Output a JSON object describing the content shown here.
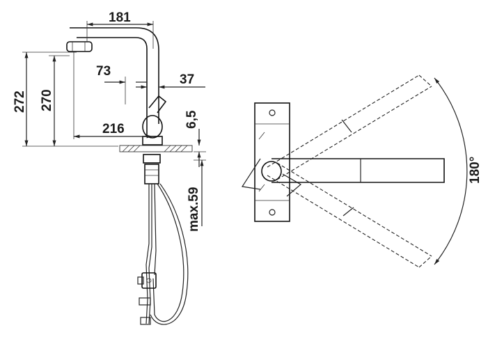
{
  "dimensions": {
    "spout_reach": "181",
    "overall_height": "272",
    "spout_height": "270",
    "aerator_offset": "73",
    "body_diameter": "37",
    "lever_reach": "216",
    "base_thickness": "6,5",
    "max_deck_thickness": "max.59",
    "swivel_angle": "180°"
  }
}
